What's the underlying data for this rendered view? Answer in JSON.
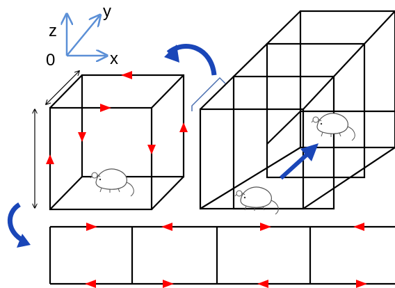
{
  "axes": {
    "origin_label": "0",
    "x_label": "x",
    "y_label": "y",
    "z_label": "z",
    "axis_color": "#5b8fd6"
  },
  "colors": {
    "line": "#000000",
    "flow_arrow": "#ff0000",
    "curved_arrow": "#1a46b8",
    "straight_arrow": "#1a46b8",
    "bracket": "#4a6fb0",
    "mouse_outline": "#555555"
  },
  "icons": {
    "flow_arrow": "red-triangle-arrow",
    "mouse": "mouse-icon",
    "curved_arrow": "curved-arrow-icon",
    "straight_arrow": "straight-arrow-icon"
  }
}
